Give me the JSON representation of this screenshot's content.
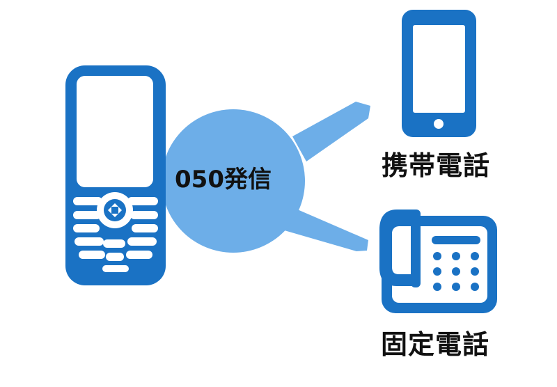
{
  "diagram": {
    "center_label": "050発信",
    "targets": [
      {
        "label": "携帯電話",
        "icon": "smartphone-icon"
      },
      {
        "label": "固定電話",
        "icon": "desk-phone-icon"
      }
    ],
    "source_icon": "feature-phone-icon"
  },
  "colors": {
    "icon_blue": "#1a72c4",
    "bubble_blue": "#6daee8",
    "text": "#111111",
    "background": "#ffffff"
  }
}
